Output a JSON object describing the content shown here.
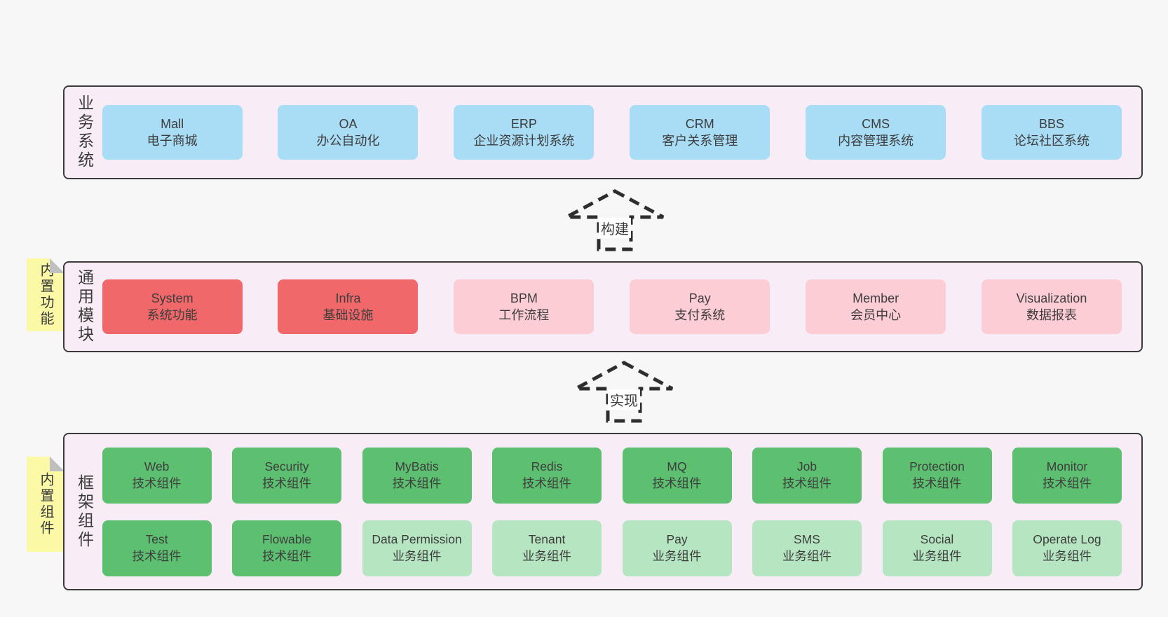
{
  "sections": [
    {
      "label": "业务系统",
      "boxes": [
        {
          "title": "Mall",
          "subtitle": "电子商城"
        },
        {
          "title": "OA",
          "subtitle": "办公自动化"
        },
        {
          "title": "ERP",
          "subtitle": "企业资源计划系统"
        },
        {
          "title": "CRM",
          "subtitle": "客户关系管理"
        },
        {
          "title": "CMS",
          "subtitle": "内容管理系统"
        },
        {
          "title": "BBS",
          "subtitle": "论坛社区系统"
        }
      ]
    },
    {
      "label": "通用模块",
      "note": "内置功能",
      "boxes": [
        {
          "title": "System",
          "subtitle": "系统功能"
        },
        {
          "title": "Infra",
          "subtitle": "基础设施"
        },
        {
          "title": "BPM",
          "subtitle": "工作流程"
        },
        {
          "title": "Pay",
          "subtitle": "支付系统"
        },
        {
          "title": "Member",
          "subtitle": "会员中心"
        },
        {
          "title": "Visualization",
          "subtitle": "数据报表"
        }
      ]
    },
    {
      "label": "框架组件",
      "note": "内置组件",
      "rows": [
        [
          {
            "title": "Web",
            "subtitle": "技术组件"
          },
          {
            "title": "Security",
            "subtitle": "技术组件"
          },
          {
            "title": "MyBatis",
            "subtitle": "技术组件"
          },
          {
            "title": "Redis",
            "subtitle": "技术组件"
          },
          {
            "title": "MQ",
            "subtitle": "技术组件"
          },
          {
            "title": "Job",
            "subtitle": "技术组件"
          },
          {
            "title": "Protection",
            "subtitle": "技术组件"
          },
          {
            "title": "Monitor",
            "subtitle": "技术组件"
          }
        ],
        [
          {
            "title": "Test",
            "subtitle": "技术组件"
          },
          {
            "title": "Flowable",
            "subtitle": "技术组件"
          },
          {
            "title": "Data Permission",
            "subtitle": "业务组件"
          },
          {
            "title": "Tenant",
            "subtitle": "业务组件"
          },
          {
            "title": "Pay",
            "subtitle": "业务组件"
          },
          {
            "title": "SMS",
            "subtitle": "业务组件"
          },
          {
            "title": "Social",
            "subtitle": "业务组件"
          },
          {
            "title": "Operate Log",
            "subtitle": "业务组件"
          }
        ]
      ]
    }
  ],
  "arrows": [
    {
      "label": "构建"
    },
    {
      "label": "实现"
    }
  ],
  "colors": {
    "background": "#f7f7f7",
    "panel_fill": "#f8edf6",
    "panel_border": "#3b3b3b",
    "box_blue": "#a9dcf5",
    "box_red": "#f1686b",
    "box_pink": "#fccdd4",
    "box_green": "#5dbf70",
    "box_green_light": "#b6e5c1",
    "note_yellow": "#fbf9a5",
    "note_fold": "#bfbfbf",
    "text": "#3d3d3d"
  }
}
